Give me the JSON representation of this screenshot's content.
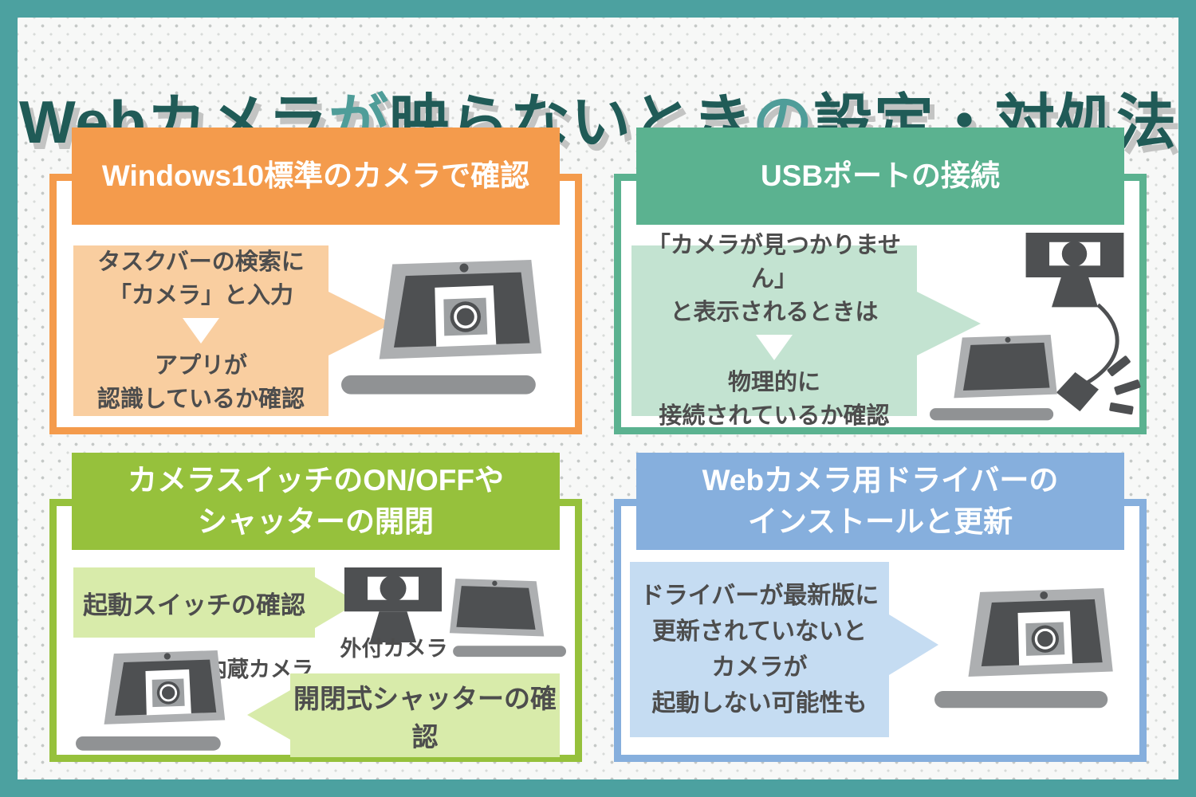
{
  "title": {
    "parts": [
      {
        "text": "Webカメラ"
      },
      {
        "text": "が"
      },
      {
        "text": "映らないとき"
      },
      {
        "text": "の"
      },
      {
        "text": "設定・対処法"
      }
    ]
  },
  "colors": {
    "frame_teal": "#4CA1A0",
    "title_dark": "#205B57",
    "title_accent": "#4F9D99",
    "body_text_gray": "#4D4D4D",
    "panel_orange": "#F49B4C",
    "panel_orange_light": "#F9CEA0",
    "panel_green": "#5BB290",
    "panel_green_light": "#C3E3D1",
    "panel_lime": "#96C13C",
    "panel_lime_light": "#D8EBAA",
    "panel_blue": "#86AFDD",
    "panel_blue_light": "#C5DCF2"
  },
  "panels": {
    "windows_camera": {
      "header": "Windows10標準のカメラで確認",
      "bubble_top": [
        "タスクバーの検索に",
        "「カメラ」と入力"
      ],
      "bubble_bottom": [
        "アプリが",
        "認識しているか確認"
      ],
      "icon": "laptop-with-camera-app-icon"
    },
    "usb_port": {
      "header": "USBポートの接続",
      "bubble_top": [
        "「カメラが見つかりません」",
        "と表示されるときは"
      ],
      "bubble_bottom": [
        "物理的に",
        "接続されているか確認"
      ],
      "icon": "external-webcam-unplugged-usb-icon"
    },
    "camera_switch": {
      "header_lines": [
        "カメラスイッチのON/OFFや",
        "シャッターの開閉"
      ],
      "power_bubble": "起動スイッチの確認",
      "external_camera_label": "外付カメラ",
      "internal_camera_label": "内蔵カメラ",
      "shutter_bubble": "開閉式シャッターの確認",
      "icons": [
        "external-webcam-icon",
        "laptop-icon",
        "laptop-with-camera-app-icon"
      ]
    },
    "driver": {
      "header_lines": [
        "Webカメラ用ドライバーの",
        "インストールと更新"
      ],
      "bubble_lines": [
        "ドライバーが最新版に",
        "更新されていないと",
        "カメラが",
        "起動しない可能性も"
      ],
      "icon": "laptop-with-camera-app-icon"
    }
  }
}
